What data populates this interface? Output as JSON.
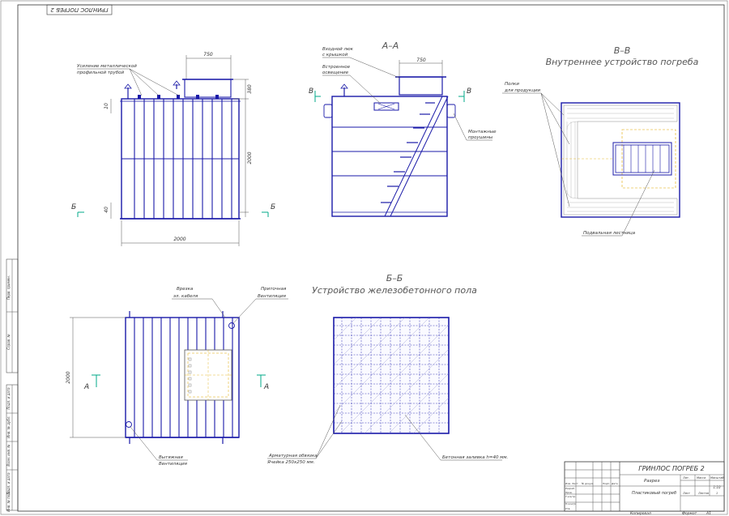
{
  "stamp_top": "ГРИНЛОС ПОГРЕБ 2",
  "dims": {
    "w750_a": "750",
    "w750_b": "750",
    "h380": "380",
    "h2000_v": "2000",
    "h10": "10",
    "h40": "40",
    "w2000": "2000",
    "plan_2000": "2000"
  },
  "view1": {
    "note": [
      "Усиление металлической",
      "профильной трубой"
    ],
    "cut_left": "Б",
    "cut_right": "Б"
  },
  "section_aa": {
    "title": "А–А",
    "hatch_note": [
      "Входной люк",
      "с крышкой"
    ],
    "light_note": [
      "Встроенное",
      "освещение"
    ],
    "cut_left": "В",
    "cut_right": "В",
    "lug_note": [
      "Монтажные",
      "проушины"
    ]
  },
  "section_bb_top": {
    "title": "В–В",
    "subtitle": "Внутреннее устройство погреба",
    "shelves_note": [
      "Полки",
      "для продукции"
    ],
    "ladder_note": "Подвальная лестница"
  },
  "plan": {
    "cable_note": [
      "Врезка",
      "эл. кабеля"
    ],
    "supply_note": [
      "Приточная",
      "Вентиляция"
    ],
    "exhaust_note": [
      "Вытяжная",
      "Вентиляция"
    ],
    "cut_left": "А",
    "cut_right": "А"
  },
  "floor": {
    "title": "Б–Б",
    "subtitle": "Устройство железобетонного пола",
    "rebar_note": [
      "Арматурная обвязка",
      "Ячейка 250х250 мм."
    ],
    "concrete_note": "Бетонная заливка h=40 мм."
  },
  "title_block": {
    "name": "ГРИНЛОС ПОГРЕБ 2",
    "doc": "Разрез",
    "product": "Пластиковый погреб",
    "col_lit": "Лит.",
    "col_mass": "Масса",
    "col_scale": "Масштаб",
    "scale": "1:10",
    "sheet": "Лист",
    "sheets": "Листов",
    "sheets_n": "1",
    "rows": [
      "Изм. Лист",
      "Разраб.",
      "Пров.",
      "Т.контр.",
      "Н.контр.",
      "Утв."
    ],
    "cols": [
      "№ докум.",
      "Подп.",
      "Дата"
    ],
    "copied": "Копировал",
    "format": "Формат",
    "format_v": "А1"
  },
  "side_stamp": [
    "Перв. примен.",
    "Справ. №",
    "Подп. и дата",
    "Инв. № дубл.",
    "Взам. инв. №",
    "Подп. и дата",
    "Инв. № подл."
  ]
}
